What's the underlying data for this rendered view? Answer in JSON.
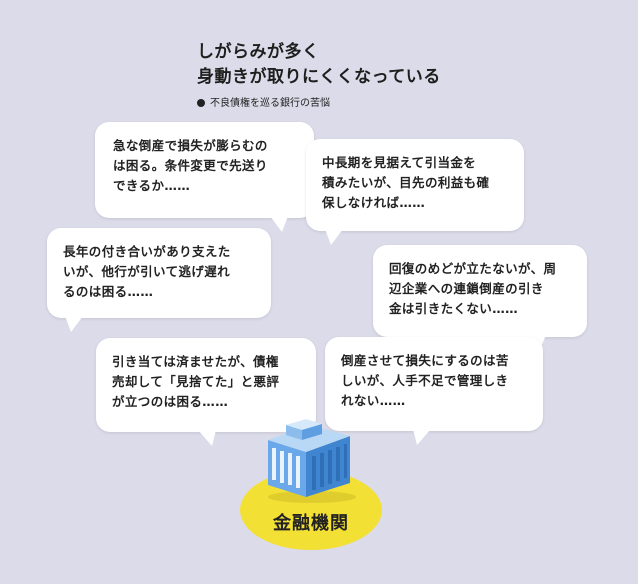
{
  "title": {
    "line1": "しがらみが多く",
    "line2": "身動きが取りにくくなっている"
  },
  "subtitle": "不良債権を巡る銀行の苦悩",
  "bubbles": [
    {
      "lines": [
        "急な倒産で損失が膨らむの",
        "は困る。条件変更で先送り",
        "できるか……"
      ]
    },
    {
      "lines": [
        "中長期を見据えて引当金を",
        "積みたいが、目先の利益も確",
        "保しなければ……"
      ]
    },
    {
      "lines": [
        "長年の付き合いがあり支えた",
        "いが、他行が引いて逃げ遅れ",
        "るのは困る……"
      ]
    },
    {
      "lines": [
        "回復のめどが立たないが、周",
        "辺企業への連鎖倒産の引き",
        "金は引きたくない……"
      ]
    },
    {
      "lines": [
        "引き当ては済ませたが、債権",
        "売却して「見捨てた」と悪評",
        "が立つのは困る……"
      ]
    },
    {
      "lines": [
        "倒産させて損失にするのは苦",
        "しいが、人手不足で管理しき",
        "れない……"
      ]
    }
  ],
  "bank_label": "金融機関",
  "colors": {
    "background": "#dcdbe9",
    "bubble": "#ffffff",
    "ellipse": "#f3e035",
    "building_blue": "#4a8fd8"
  },
  "icons": [
    "building-icon"
  ]
}
